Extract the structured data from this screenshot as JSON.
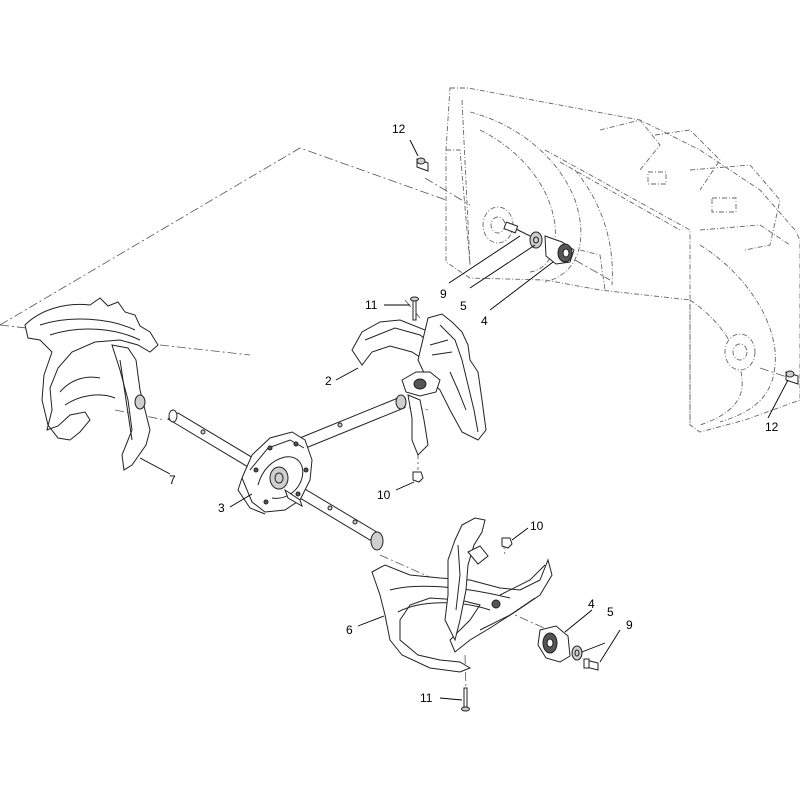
{
  "callouts": [
    {
      "id": "c12a",
      "label": "12"
    },
    {
      "id": "c9a",
      "label": "9"
    },
    {
      "id": "c5a",
      "label": "5"
    },
    {
      "id": "c4a",
      "label": "4"
    },
    {
      "id": "c11a",
      "label": "11"
    },
    {
      "id": "c2",
      "label": "2"
    },
    {
      "id": "c12b",
      "label": "12"
    },
    {
      "id": "c7",
      "label": "7"
    },
    {
      "id": "c10a",
      "label": "10"
    },
    {
      "id": "c3",
      "label": "3"
    },
    {
      "id": "c10b",
      "label": "10"
    },
    {
      "id": "c4b",
      "label": "4"
    },
    {
      "id": "c5b",
      "label": "5"
    },
    {
      "id": "c9b",
      "label": "9"
    },
    {
      "id": "c6",
      "label": "6"
    },
    {
      "id": "c11b",
      "label": "11"
    }
  ]
}
